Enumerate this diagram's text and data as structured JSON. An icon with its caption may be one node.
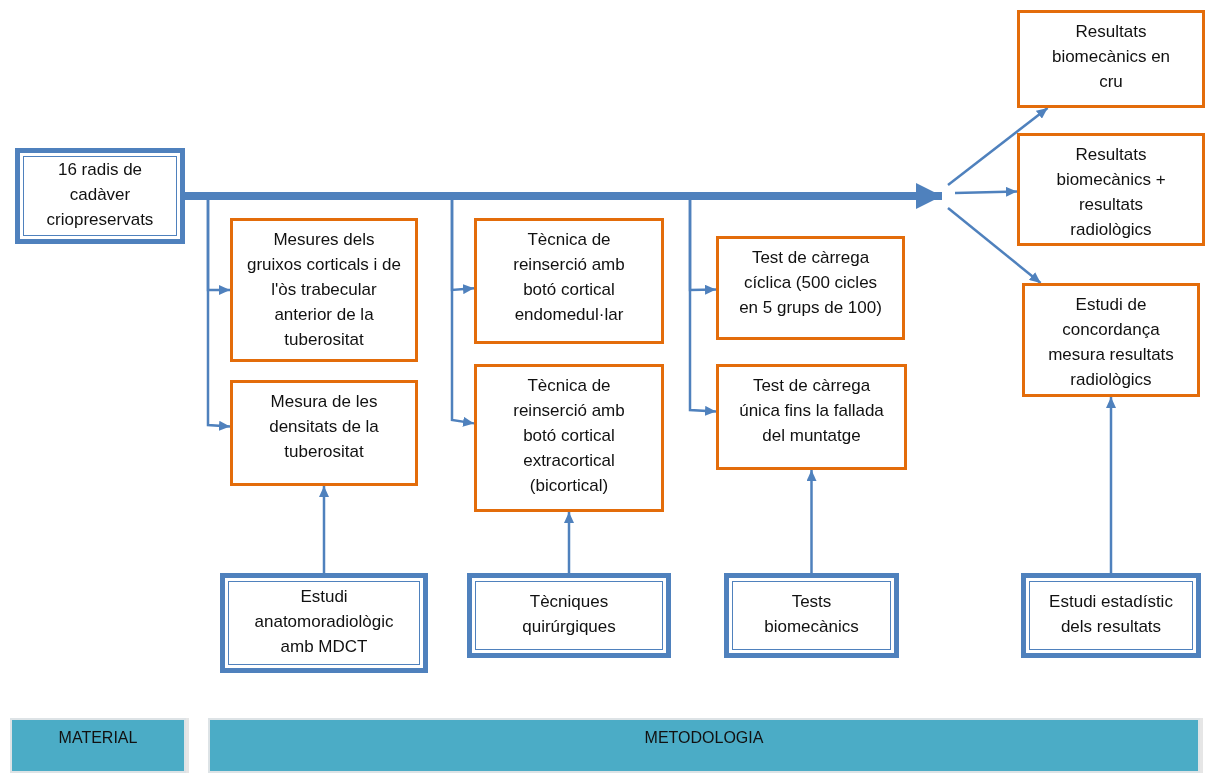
{
  "diagram": {
    "nodes": [
      {
        "text": [
          "16 radis de cadàver criopreservats"
        ]
      },
      {
        "text": [
          "Mesures dels gruixos corticals i de l'òs trabecular anterior de la tuberositat"
        ]
      },
      {
        "text": [
          "Mesura de les densitats de la tuberositat"
        ]
      },
      {
        "text": [
          "Tècnica de reinserció amb botó cortical endomedul·lar"
        ]
      },
      {
        "text": [
          "Tècnica de reinserció amb botó cortical extracortical (bicortical)"
        ]
      },
      {
        "text": [
          "Test de càrrega cíclica (500 cicles en 5 grups de 100)"
        ]
      },
      {
        "text": [
          "Test de càrrega única fins la fallada del muntatge"
        ]
      },
      {
        "text": [
          "Resultats biomecànics en cru"
        ]
      },
      {
        "text": [
          "Resultats biomecànics + resultats radiològics"
        ]
      },
      {
        "text": [
          "Estudi de concordança mesura resultats radiològics"
        ]
      },
      {
        "text": [
          "Estudi anatomoradiològic amb MDCT"
        ]
      },
      {
        "text": [
          "Tècniques quirúrgiques"
        ]
      },
      {
        "text": [
          "Tests biomecànics"
        ]
      },
      {
        "text": [
          "Estudi estadístic dels resultats"
        ]
      },
      {
        "text": [
          "MATERIAL"
        ]
      },
      {
        "text": [
          "METODOLOGIA"
        ]
      }
    ],
    "edges": [
      {
        "from": 0,
        "to": null,
        "arrow": "to",
        "style": "thick"
      },
      {
        "from": 0,
        "to": 1,
        "arrow": "to"
      },
      {
        "from": 0,
        "to": 2,
        "arrow": "to"
      },
      {
        "from": 0,
        "to": 3,
        "arrow": "to"
      },
      {
        "from": 0,
        "to": 4,
        "arrow": "to"
      },
      {
        "from": 0,
        "to": 5,
        "arrow": "to"
      },
      {
        "from": 0,
        "to": 6,
        "arrow": "to"
      },
      {
        "from": null,
        "to": 7,
        "arrow": "to"
      },
      {
        "from": null,
        "to": 8,
        "arrow": "to"
      },
      {
        "from": null,
        "to": 9,
        "arrow": "to"
      },
      {
        "from": 10,
        "to": 2,
        "arrow": "to"
      },
      {
        "from": 11,
        "to": 4,
        "arrow": "to"
      },
      {
        "from": 12,
        "to": 6,
        "arrow": "to"
      },
      {
        "from": 13,
        "to": 9,
        "arrow": "to"
      }
    ]
  }
}
